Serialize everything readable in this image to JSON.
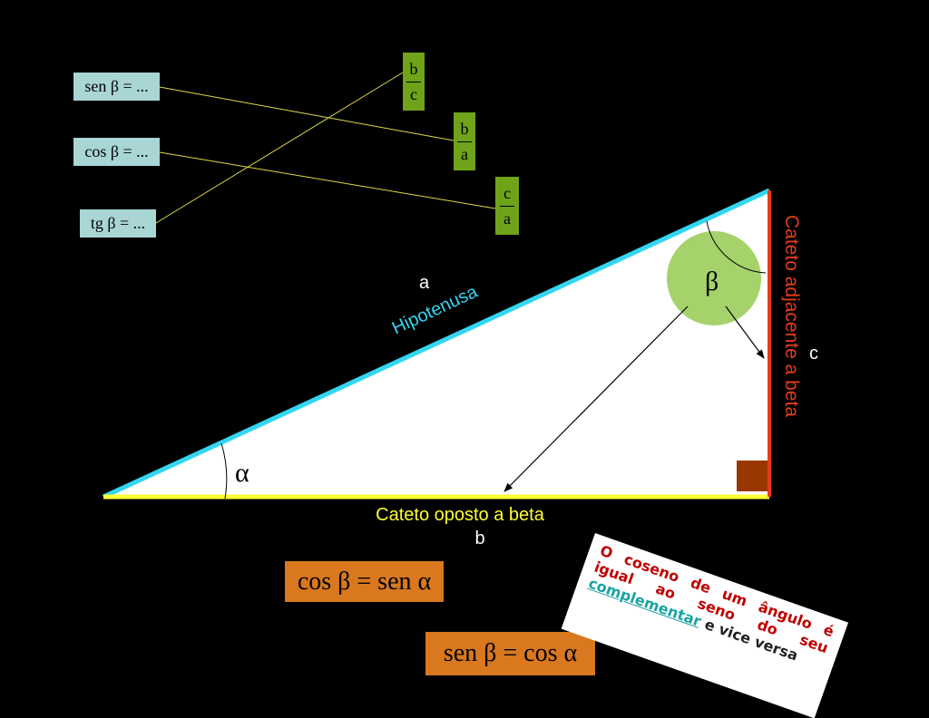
{
  "trig_prompts": {
    "sen": "sen β = ...",
    "cos": "cos β = ...",
    "tg": "tg β = ..."
  },
  "fractions": {
    "b_over_c": {
      "num": "b",
      "den": "c"
    },
    "b_over_a": {
      "num": "b",
      "den": "a"
    },
    "c_over_a": {
      "num": "c",
      "den": "a"
    }
  },
  "triangle": {
    "hypotenuse_label": "Hipotenusa",
    "hypotenuse_letter": "a",
    "opposite_label": "Cateto oposto a beta",
    "opposite_letter": "b",
    "adjacent_label": "Cateto adjacente a beta",
    "adjacent_letter": "c",
    "angle_alpha": "α",
    "angle_beta": "β"
  },
  "identities": {
    "cos_eq": "cos β = sen α",
    "sen_eq": "sen β = cos α"
  },
  "note": {
    "text_1": "O coseno de um ângulo é igual ao seno do seu",
    "link": "complementar",
    "text_2": "e vice versa"
  },
  "colors": {
    "background": "#000000",
    "hypotenuse": "#33d6f0",
    "opposite_side": "#ffff33",
    "adjacent_side": "#e23c1c",
    "beta_circle": "#a5d26b",
    "right_angle_square": "#9a3600",
    "trig_box": "#a9d5d5",
    "fraction_box": "#6fa31a",
    "identity_box": "#d9781f",
    "note_text": "#c00000",
    "note_link": "#1aa3a3",
    "connector_lines": "#e0d84a"
  }
}
